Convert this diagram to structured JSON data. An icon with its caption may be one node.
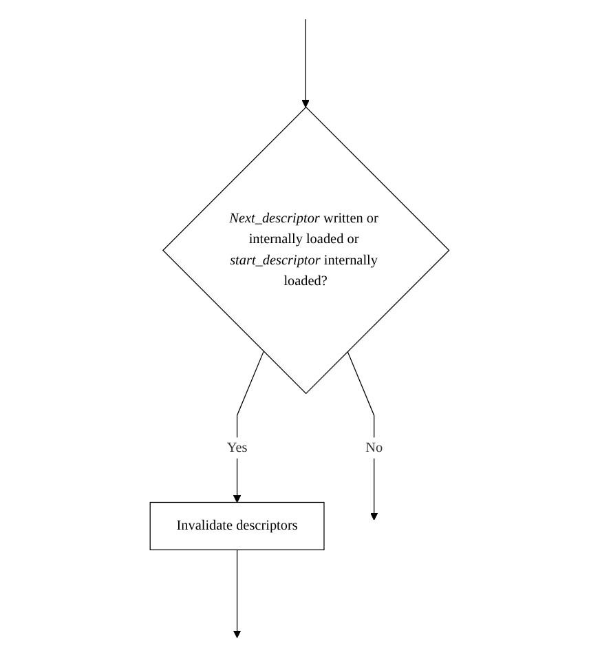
{
  "diagram": {
    "nodes": [
      {
        "text": [
          "*Next_descriptor* written or internally loaded or *start_descriptor* internally loaded?"
        ]
      },
      {
        "text": [
          "Invalidate descriptors"
        ]
      }
    ],
    "edges": [
      {
        "from": null,
        "to": 0,
        "arrow": "to"
      },
      {
        "from": 0,
        "to": null,
        "arrow": "to",
        "label": "No"
      },
      {
        "from": 0,
        "to": 1,
        "arrow": "to",
        "label": "Yes"
      },
      {
        "from": 1,
        "to": null,
        "arrow": "to"
      }
    ]
  }
}
